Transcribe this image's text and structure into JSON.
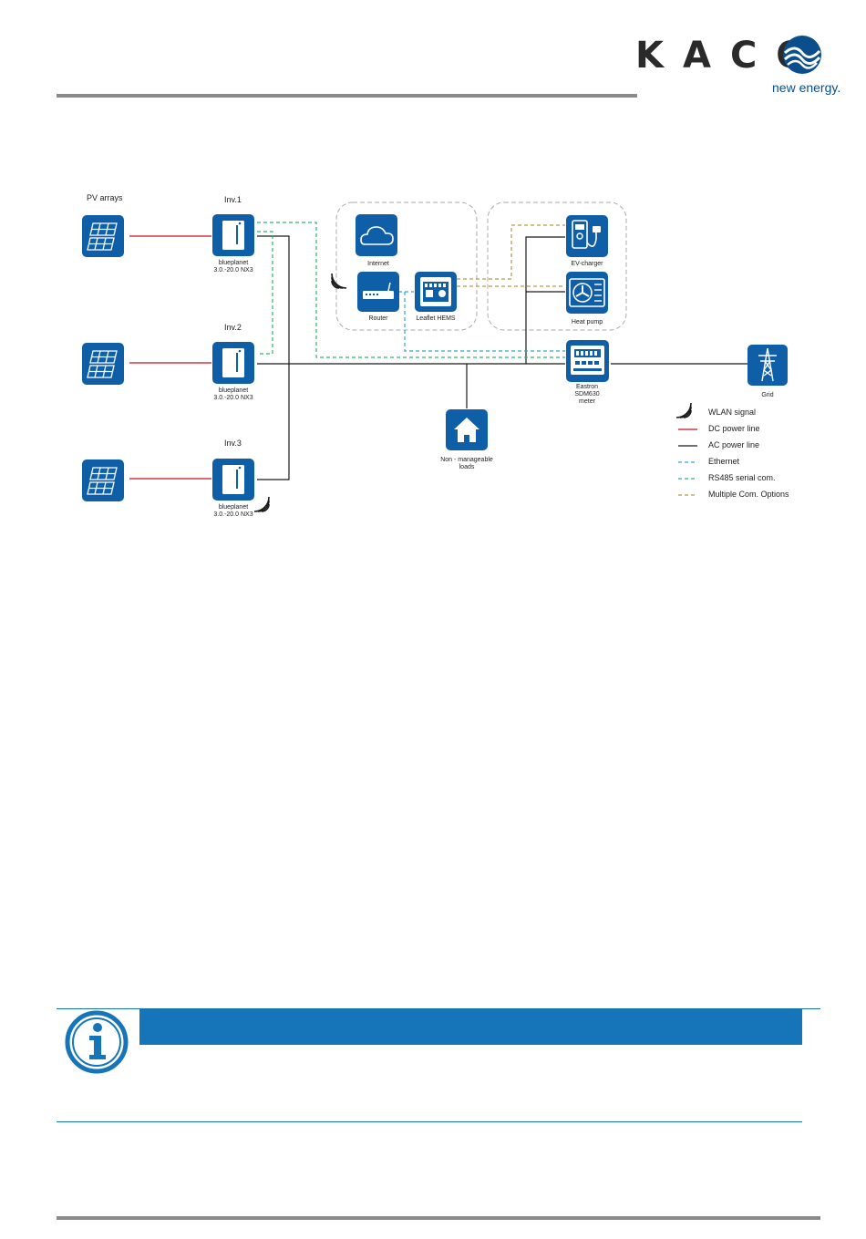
{
  "header": {
    "logo_text": "KACO",
    "logo_tagline": "new energy."
  },
  "diagram": {
    "pv_arrays_label": "PV arrays",
    "inverters": [
      {
        "title": "Inv.1",
        "model": "blueplanet",
        "range": "3.0.-20.0 NX3"
      },
      {
        "title": "Inv.2",
        "model": "blueplanet",
        "range": "3.0.-20.0 NX3"
      },
      {
        "title": "Inv.3",
        "model": "blueplanet",
        "range": "3.0.-20.0 NX3"
      }
    ],
    "internet_label": "Internet",
    "router_label": "Router",
    "hems_label": "Leaflet HEMS",
    "ev_charger_label": "EV-charger",
    "heat_pump_label": "Heat pump",
    "meter_label_1": "Eastron",
    "meter_label_2": "SDM630",
    "meter_label_3": "meter",
    "loads_label_1": "Non - manageable",
    "loads_label_2": "loads",
    "grid_label": "Grid",
    "colors": {
      "icon_blue": "#0f5ea8",
      "dc_line": "#c0141c",
      "ac_line": "#1a1a1a",
      "ethernet": "#2aa7d6",
      "rs485": "#2db573",
      "multiple": "#b59a48"
    }
  },
  "legend": {
    "wlan": "WLAN signal",
    "dc": "DC power line",
    "ac": "AC power line",
    "ethernet": "Ethernet",
    "rs485": "RS485 serial com.",
    "multiple": "Multiple Com. Options"
  }
}
